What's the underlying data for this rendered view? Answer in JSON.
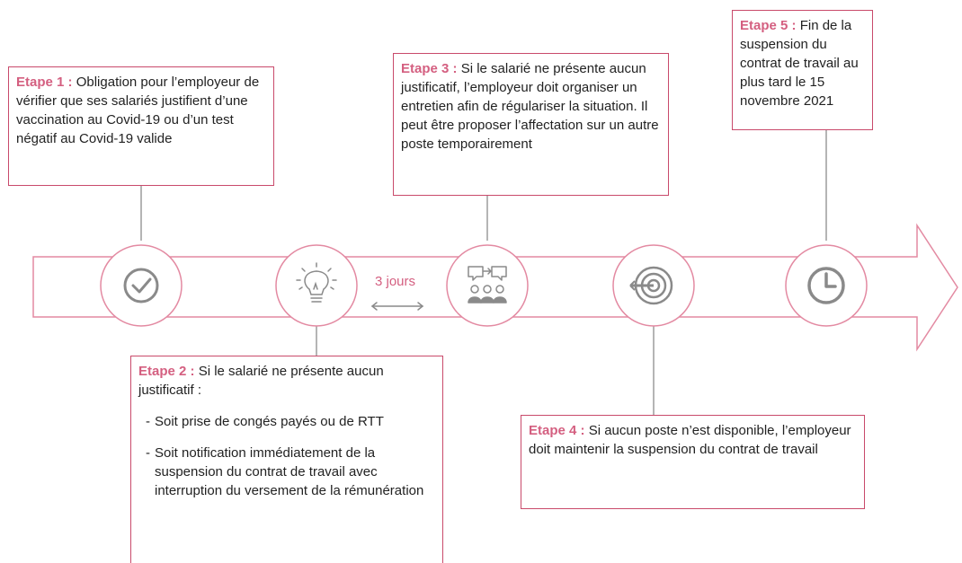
{
  "steps": [
    {
      "label": "Etape 1 :",
      "text": "Obligation pour l’employeur de vérifier que ses salariés justifient d’une vaccination au Covid-19 ou d’un test négatif au Covid-19 valide"
    },
    {
      "label": "Etape 2 :",
      "text": "Si le salarié ne présente aucun justificatif :",
      "items": [
        "Soit prise de congés payés ou de RTT",
        "Soit notification immédiatement de la suspension du contrat de travail avec interruption du versement de la rémunération"
      ]
    },
    {
      "label": "Etape 3 :",
      "text": "Si le salarié ne présente aucun justificatif, l’employeur doit organiser un entretien afin de régulariser la situation. Il peut être proposer l’affectation sur un autre poste temporairement"
    },
    {
      "label": "Etape 4 :",
      "text": "Si aucun poste n’est disponible, l’employeur doit maintenir  la suspension du contrat de travail"
    },
    {
      "label": "Etape 5 :",
      "text": "Fin de la suspension du contrat de travail au plus tard le 15 novembre 2021"
    }
  ],
  "interval": {
    "text": "3 jours"
  },
  "icons": [
    "check-circle-icon",
    "lightbulb-icon",
    "meeting-people-icon",
    "target-icon",
    "clock-icon"
  ],
  "colors": {
    "accent": "#c94a6b",
    "label": "#d45f80",
    "icon": "#8a8a8a",
    "connector": "#9c9c9c"
  }
}
